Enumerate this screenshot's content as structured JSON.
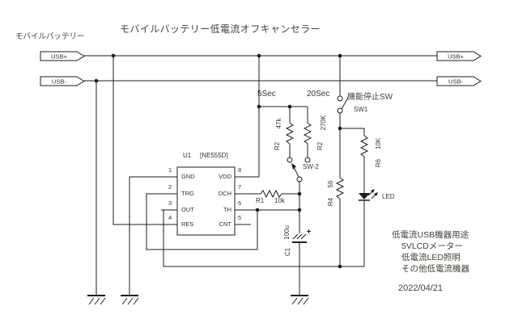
{
  "title": "モバイルバッテリー低電流オフキャンセラー",
  "battery_label": "モバイルバッテリー",
  "ports": {
    "left_usb_plus": "USB+",
    "left_usb_minus": "USB-",
    "right_usb_plus": "USB+",
    "right_usb_minus": "USB-"
  },
  "timing": {
    "five_sec": "5Sec",
    "twenty_sec": "20Sec"
  },
  "ic": {
    "ref": "U1",
    "part": "[NE555D]",
    "pins": {
      "p1": {
        "num": "1",
        "name": "GND"
      },
      "p2": {
        "num": "2",
        "name": "TRG"
      },
      "p3": {
        "num": "3",
        "name": "OUT"
      },
      "p4": {
        "num": "4",
        "name": "RES"
      },
      "p5": {
        "num": "5",
        "name": "CNT"
      },
      "p6": {
        "num": "6",
        "name": "TH"
      },
      "p7": {
        "num": "7",
        "name": "DCH"
      },
      "p8": {
        "num": "8",
        "name": "VDD"
      }
    }
  },
  "components": {
    "r2a": {
      "ref": "R2",
      "value": "47k"
    },
    "r2b": {
      "ref": "R2",
      "value": "270K"
    },
    "r1": {
      "ref": "R1",
      "value": "10k"
    },
    "r4": {
      "ref": "R4",
      "value": "56"
    },
    "r6": {
      "ref": "R6",
      "value": "10K"
    },
    "c1": {
      "ref": "C1",
      "value": "100u"
    },
    "led": {
      "label": "LED"
    },
    "sw1": {
      "ref": "SW1",
      "label": "機能停止SW"
    },
    "sw2": {
      "ref": "SW-2"
    }
  },
  "notes": [
    "低電流USB機器用途",
    "5VLCDメーター",
    "低電流LED照明",
    "その他低電流機器"
  ],
  "date": "2022/04/21",
  "colors": {
    "wire": "#1c1c1c",
    "label_text": "#35373c",
    "jp_text": "#46403a",
    "background": "#ffffff"
  }
}
